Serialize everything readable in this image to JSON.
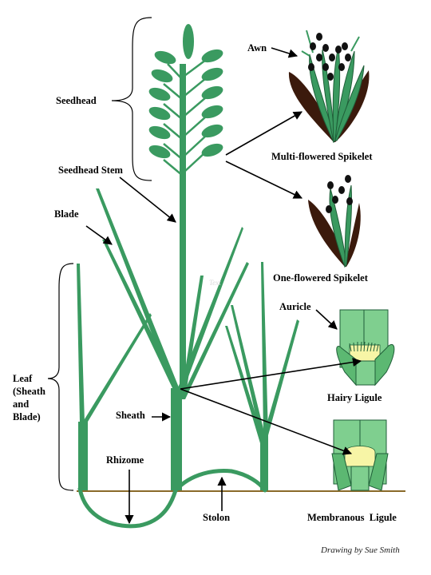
{
  "labels": {
    "seedhead": "Seedhead",
    "seedhead_stem": "Seedhead Stem",
    "blade": "Blade",
    "leaf_line1": "Leaf",
    "leaf_line2": "(Sheath",
    "leaf_line3": "and",
    "leaf_line4": "Blade)",
    "sheath": "Sheath",
    "rhizome": "Rhizome",
    "stolon": "Stolon",
    "awn": "Awn",
    "multi_spikelet": "Multi-flowered Spikelet",
    "one_spikelet": "One-flowered Spikelet",
    "auricle": "Auricle",
    "hairy_ligule": "Hairy Ligule",
    "membranous_ligule": "Membranous  Ligule",
    "credit": "Drawing by Sue Smith",
    "watermark": "Text"
  },
  "colors": {
    "plant": "#3a9a60",
    "leaf_light": "#7fcf8f",
    "leaf_mid": "#5cb872",
    "glume": "#3b1a0c",
    "anther": "#111111",
    "ligule": "#f7f5a6",
    "soil": "#8a6a2a"
  }
}
